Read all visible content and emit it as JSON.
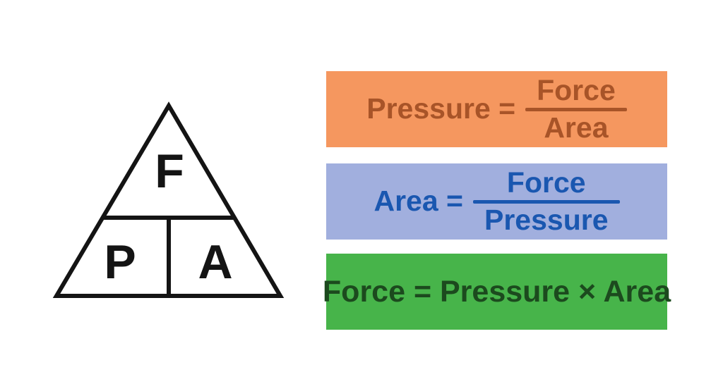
{
  "canvas": {
    "background": "#ffffff"
  },
  "triangle": {
    "stroke_color": "#141414",
    "letter_color": "#141414",
    "labels": {
      "top": "F",
      "bottom_left": "P",
      "bottom_right": "A"
    }
  },
  "formulas": [
    {
      "id": "pressure-formula",
      "type": "fraction",
      "lhs": "Pressure =",
      "numerator": "Force",
      "denominator": "Area",
      "bg_color": "#F5975F",
      "text_color": "#A85428"
    },
    {
      "id": "area-formula",
      "type": "fraction",
      "lhs": "Area =",
      "numerator": "Force",
      "denominator": "Pressure",
      "bg_color": "#A1AFDE",
      "text_color": "#1A57B0"
    },
    {
      "id": "force-formula",
      "type": "inline",
      "text": "Force = Pressure × Area",
      "bg_color": "#47B44A",
      "text_color": "#1C4A1E"
    }
  ]
}
